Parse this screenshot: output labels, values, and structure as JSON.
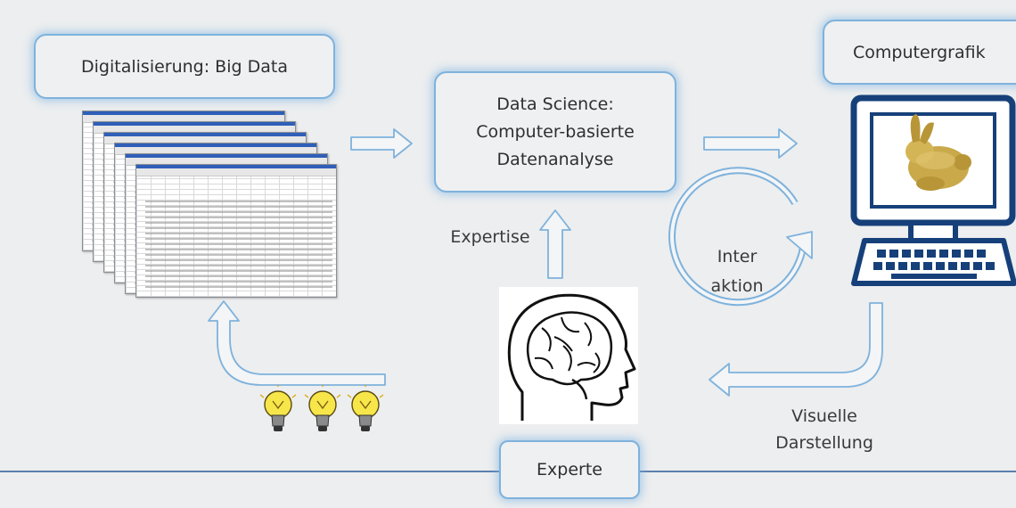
{
  "diagram": {
    "nodes": {
      "big_data": "Digitalisierung: Big Data",
      "data_science": [
        "Data Science:",
        "Computer-basierte",
        "Datenanalyse"
      ],
      "computergrafik": "Computergrafik",
      "experte": "Experte"
    },
    "labels": {
      "expertise": "Expertise",
      "interaktion": [
        "Inter",
        "aktion"
      ],
      "visuelle": [
        "Visuelle",
        "Darstellung"
      ]
    },
    "icons": [
      "spreadsheet-stack-icon",
      "monitor-icon",
      "bunny-model-icon",
      "keyboard-icon",
      "brain-head-icon",
      "lightbulb-icon",
      "cycle-arrow-icon"
    ],
    "colors": {
      "accent": "#7fb2dc",
      "line": "#1f4e8c",
      "bulb": "#f7e64a"
    }
  }
}
